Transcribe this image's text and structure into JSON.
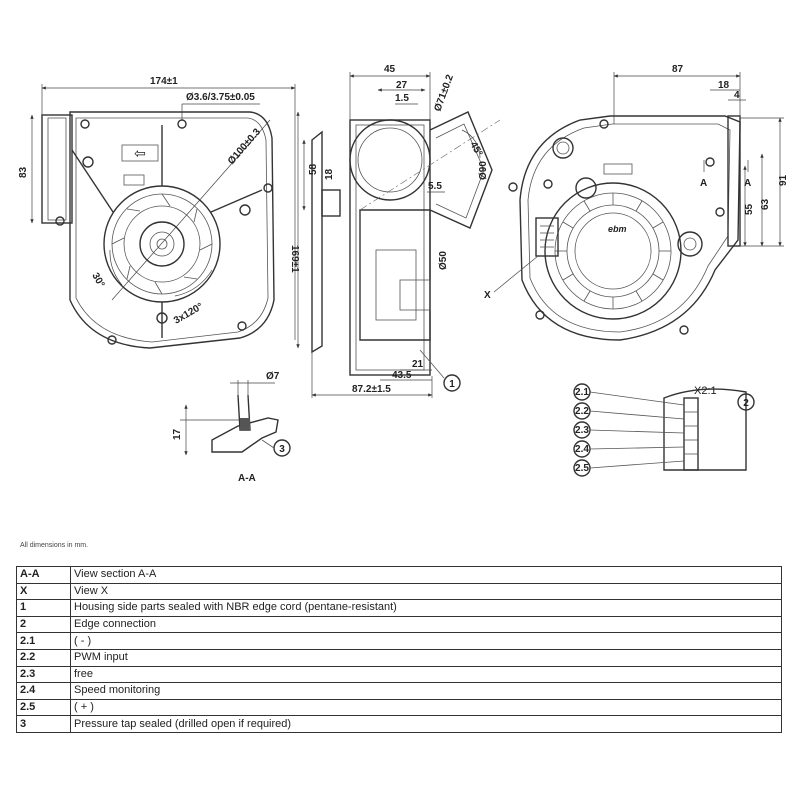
{
  "dimensions": {
    "w174": "174±1",
    "h169": "169±1",
    "h83": "83",
    "hole": "Ø3.6/3.75±0.05",
    "circ100": "Ø100±0.3",
    "ang30": "30°",
    "ang120": "3x120°",
    "w45": "45",
    "w27": "27",
    "w15": "1.5",
    "d71": "Ø71±0.2",
    "ang45": "45°",
    "d90": "Ø90",
    "h58": "58",
    "h18": "18",
    "w55": "5.5",
    "d50": "Ø50",
    "w21": "21",
    "w435": "43.5",
    "w872": "87.2±1.5",
    "w87": "87",
    "w18": "18",
    "w4": "4",
    "h55": "55",
    "h63": "63",
    "h91": "91",
    "d7": "Ø7",
    "h17": "17"
  },
  "labels": {
    "viewX": "X",
    "sectionA1": "A",
    "sectionA2": "A",
    "sectionTitle": "A-A",
    "detailTitle": "X2:1",
    "brand": "ebm",
    "arrow": "⇦",
    "callout1": "1",
    "callout2": "2",
    "callout3": "3",
    "pin21": "2.1",
    "pin22": "2.2",
    "pin23": "2.3",
    "pin24": "2.4",
    "pin25": "2.5"
  },
  "note": "All dimensions in mm.",
  "legend": [
    {
      "key": "A-A",
      "text": "View section A-A"
    },
    {
      "key": "X",
      "text": "View X"
    },
    {
      "key": "1",
      "text": "Housing side parts sealed with NBR edge cord (pentane-resistant)"
    },
    {
      "key": "2",
      "text": "Edge connection"
    },
    {
      "key": "2.1",
      "text": "( - )"
    },
    {
      "key": "2.2",
      "text": "PWM input"
    },
    {
      "key": "2.3",
      "text": "free"
    },
    {
      "key": "2.4",
      "text": "Speed monitoring"
    },
    {
      "key": "2.5",
      "text": "( + )"
    },
    {
      "key": "3",
      "text": "Pressure tap sealed (drilled open if required)"
    }
  ]
}
